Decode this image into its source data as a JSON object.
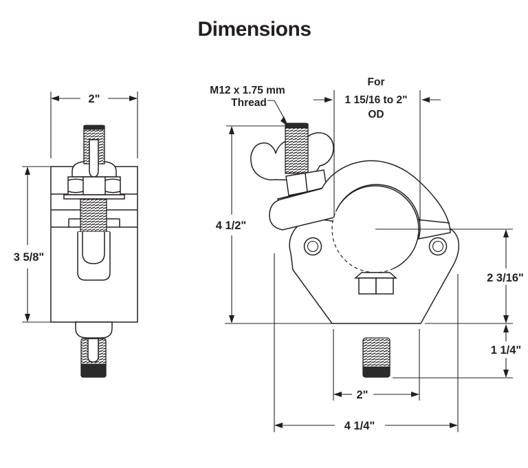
{
  "title": "Dimensions",
  "drawing": {
    "line_color": "#231f20",
    "background": "#ffffff",
    "subject": "clamp dimension drawing, side view and front view"
  },
  "side_view": {
    "width_dim": "2\"",
    "height_dim": "3 5/8\""
  },
  "front_view": {
    "thread_label_line1": "M12 x 1.75 mm",
    "thread_label_line2": "Thread",
    "od_label_line1": "For",
    "od_label_line2": "1 15/16 to  2\"",
    "od_label_line3": "OD",
    "overall_height_dim": "4 1/2\"",
    "center_to_base_dim": "2 3/16\"",
    "stud_length_dim": "1 1/4\"",
    "base_width_dim": "2\"",
    "overall_width_dim": "4 1/4\""
  }
}
